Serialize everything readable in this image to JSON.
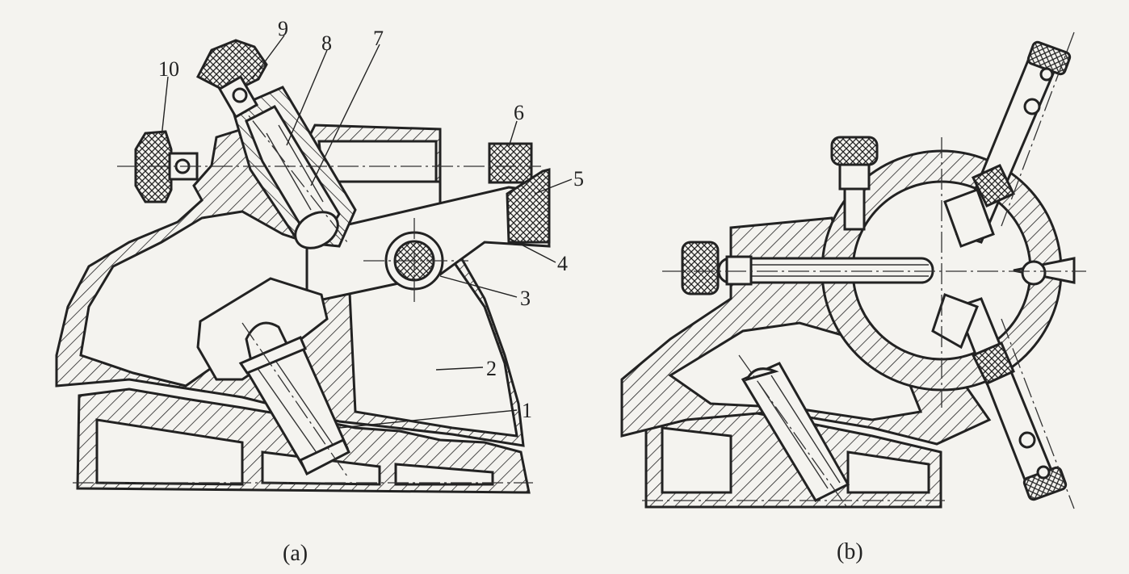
{
  "figure_a": {
    "caption": "(a)",
    "labels": [
      "1",
      "2",
      "3",
      "4",
      "5",
      "6",
      "7",
      "8",
      "9",
      "10"
    ]
  },
  "figure_b": {
    "caption": "(b)"
  }
}
